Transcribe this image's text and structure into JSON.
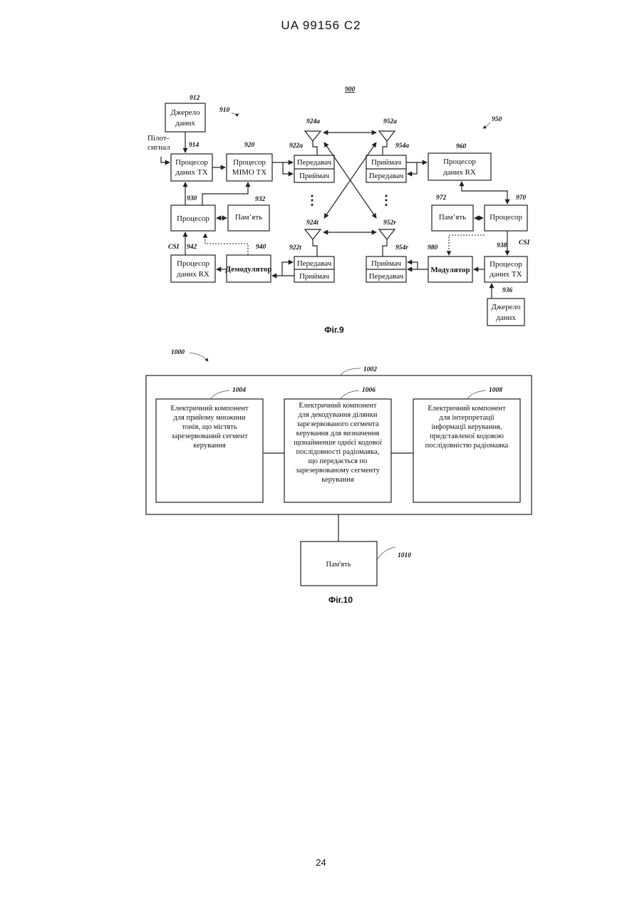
{
  "header": "UA   99156   C2",
  "page_number": "24",
  "fig9": {
    "label": "900",
    "caption": "Фіг.9",
    "refs": {
      "r912": "912",
      "r910": "910",
      "r914": "914",
      "r920": "920",
      "r922a": "922a",
      "r924a": "924a",
      "r952a": "952a",
      "r954a": "954a",
      "r960": "960",
      "r950": "950",
      "r930": "930",
      "r932": "932",
      "r972": "972",
      "r970": "970",
      "r924t": "924t",
      "r952r": "952r",
      "r942": "942",
      "r940": "940",
      "r922t": "922t",
      "r954r": "954r",
      "r980": "980",
      "r938": "938",
      "r936": "936"
    },
    "pilot": [
      "Пілот-",
      "сигнал"
    ],
    "source_left": [
      "Джерело",
      "даних"
    ],
    "tx_data_proc": [
      "Процесор",
      "даних TX"
    ],
    "mimo_proc": [
      "Процесор",
      "MIMO TX"
    ],
    "transmitter": "Передавач",
    "receiver": "Приймач",
    "rx_data_proc_right": [
      "Процесор",
      "даних RX"
    ],
    "processor": "Процесор",
    "memory": "Пам’ять",
    "csi": "CSI",
    "rx_data_proc_left": [
      "Процесор",
      "даних RX"
    ],
    "demodulator": "Демодулятор",
    "modulator": "Модулятор",
    "tx_data_proc_right": [
      "Процесор",
      "даних TX"
    ],
    "source_right": [
      "Джерело",
      "даних"
    ],
    "dots": "⋮"
  },
  "fig10": {
    "label": "1000",
    "caption": "Фіг.10",
    "refs": {
      "r1002": "1002",
      "r1004": "1004",
      "r1006": "1006",
      "r1008": "1008",
      "r1010": "1010"
    },
    "comp1": [
      "Електричний компонент",
      "для прийому множини",
      "тонів, що містять",
      "зарезервований сегмент",
      "керування"
    ],
    "comp2": [
      "Електричний компонент",
      "для декодування ділянки",
      "зарезервованого сегмента",
      "керування для визначення",
      "щонайменше однієї кодової",
      "послідовності радіомаяка,",
      "що передається по",
      "зарезервованому сегменту",
      "керування"
    ],
    "comp3": [
      "Електричний компонент",
      "для інтерпретації",
      "інформації керування,",
      "представленої кодовою",
      "послідовністю радіомаяка"
    ],
    "memory": "Пам'ять"
  }
}
